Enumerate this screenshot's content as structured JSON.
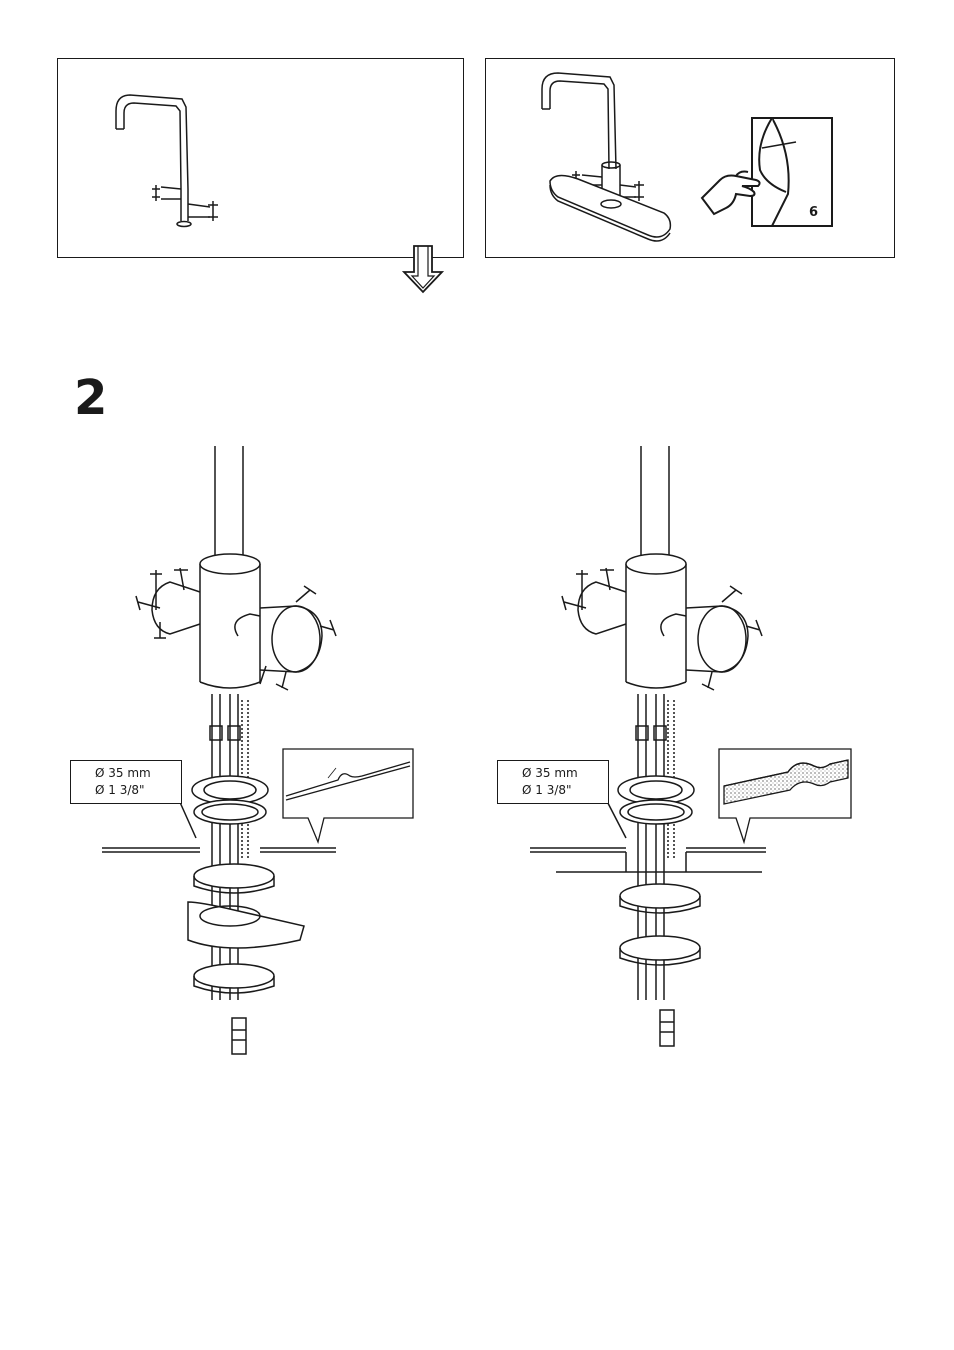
{
  "top_panels": {
    "left": {
      "illustration": "faucet-icon"
    },
    "right": {
      "illustration": "faucet-with-baseplate-icon",
      "reference_page": "6"
    }
  },
  "step": {
    "number": "2"
  },
  "callouts": {
    "left": {
      "line1": "Ø 35 mm",
      "line2": "Ø 1 3/8\""
    },
    "right": {
      "line1": "Ø 35 mm",
      "line2": "Ø 1 3/8\""
    }
  },
  "icons": {
    "arrow": "down-arrow-icon",
    "page_turn": "page-turn-hand-icon",
    "thin_countertop": "thin-countertop-icon",
    "thick_countertop": "thick-countertop-icon"
  }
}
